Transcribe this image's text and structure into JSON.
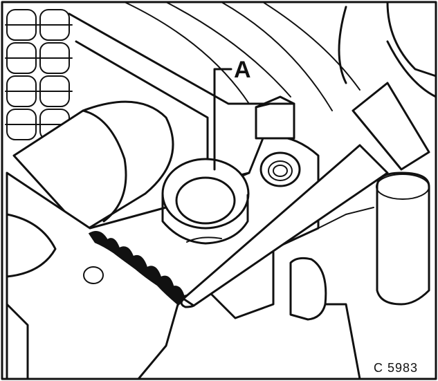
{
  "callouts": [
    {
      "id": "A",
      "label": "A"
    }
  ],
  "figure_code": "C 5983",
  "colors": {
    "ink": "#111111",
    "paper": "#ffffff"
  }
}
